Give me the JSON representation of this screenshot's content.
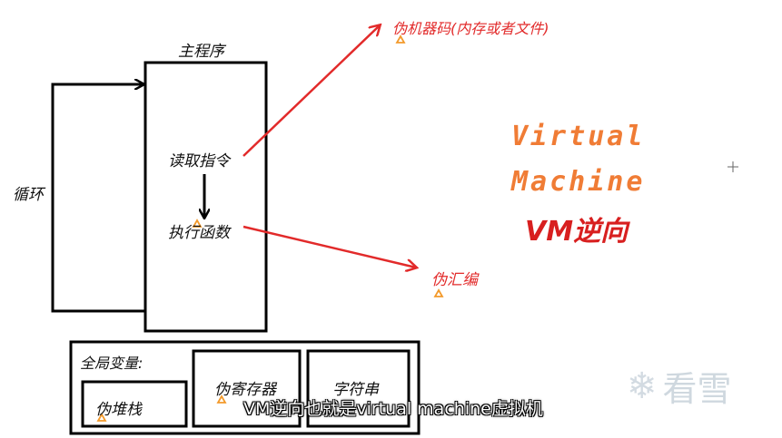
{
  "diagram": {
    "main_program_title": "主程序",
    "read_instruction": "读取指令",
    "execute_function": "执行函数",
    "loop_label": "循环",
    "pseudo_machine_code": "伪机器码(内存或者文件)",
    "pseudo_assembly": "伪汇编",
    "global_vars_title": "全局变量:",
    "pseudo_stack": "伪堆栈",
    "pseudo_registers": "伪寄存器",
    "string_box": "字符串"
  },
  "heading": {
    "line1": "Virtual",
    "line2": "Machine",
    "line3": "VM逆向"
  },
  "subtitle": "VM逆向也就是virtual machine虚拟机",
  "watermark": "看雪",
  "colors": {
    "arrow_red": "#e22a2a",
    "heading_orange": "#f07c35",
    "heading_red": "#d81f1f",
    "marker_orange": "#f39a2b"
  }
}
